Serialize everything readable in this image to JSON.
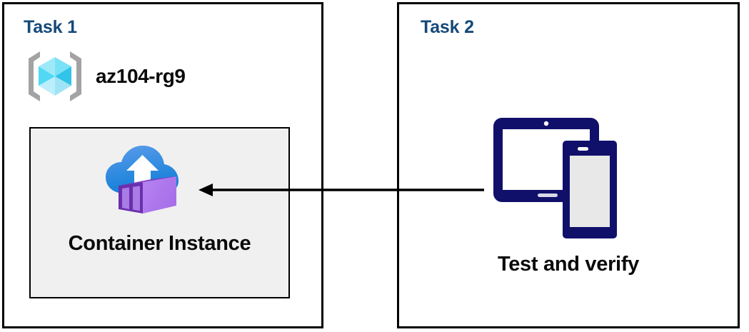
{
  "diagram": {
    "title": "Azure Container Instance deployment and test task diagram",
    "background_color": "#ffffff",
    "panel_border_color": "#000000",
    "heading_color": "#15497a",
    "text_color": "#0a0a0a",
    "arrow_color": "#000000"
  },
  "panels": [
    {
      "id": "task1",
      "title": "Task 1",
      "resource_group": {
        "label": "az104-rg9",
        "icon": "azure-resource-group-icon",
        "icon_colors": {
          "bracket": "#a3a3a3",
          "cube_top_left": "#9ee9f7",
          "cube_top_right": "#7fe0f5",
          "cube_right": "#31c3e8",
          "cube_bottom_right": "#9fe4f5",
          "cube_bottom_left": "#bdeefb",
          "cube_left": "#50d8f5"
        }
      },
      "resource_box": {
        "label": "Container Instance",
        "icon": "azure-container-instance-icon",
        "fill_color": "#f0f0f0",
        "border_color": "#000000",
        "icon_colors": {
          "cloud_top": "#5b9bea",
          "cloud_bottom": "#1280d8",
          "arrow": "#ffffff",
          "container_outline": "#6b2fae",
          "container_front": "#9a6fd9",
          "container_side": "#b07ff0",
          "container_stripe": "#a97be4"
        }
      }
    },
    {
      "id": "task2",
      "title": "Task 2",
      "device": {
        "label": "Test and verify",
        "icon": "tablet-and-phone-icon",
        "icon_colors": {
          "body": "#10106b",
          "screen": "#e8e8e8",
          "tablet_screen": "#ffffff",
          "accent": "#d8d8e8"
        }
      }
    }
  ],
  "connector": {
    "name": "arrow-task2-to-container-instance",
    "direction": "right-to-left",
    "color": "#000000",
    "from": "Test and verify",
    "to": "Container Instance"
  }
}
